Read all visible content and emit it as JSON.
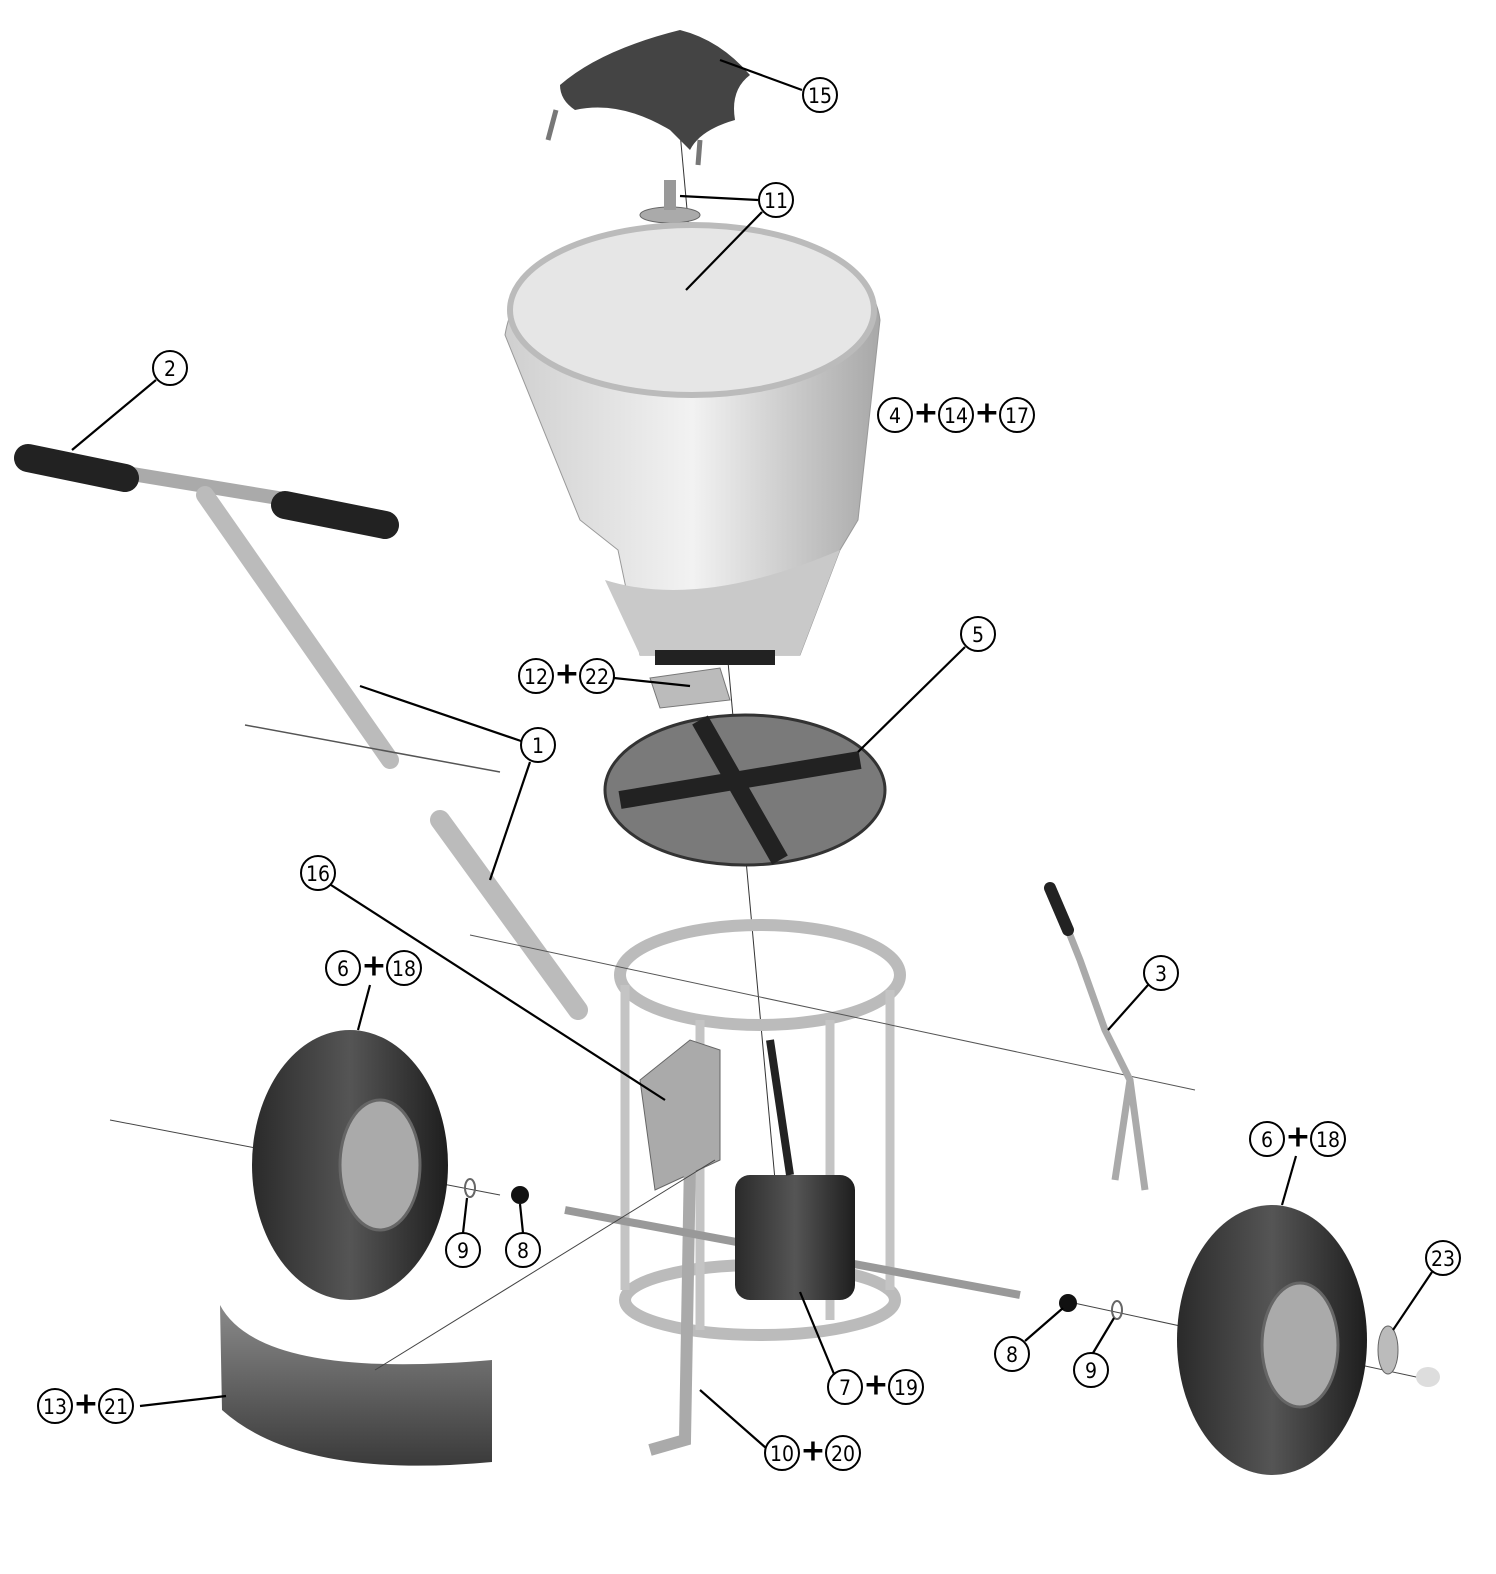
{
  "title": "Spreader exploded parts diagram",
  "callouts": [
    {
      "part": "top-shield",
      "numbers": [
        "15"
      ]
    },
    {
      "part": "agitator-and-washer",
      "numbers": [
        "11"
      ]
    },
    {
      "part": "handle-bar",
      "numbers": [
        "2"
      ]
    },
    {
      "part": "hopper",
      "numbers": [
        "4",
        "14",
        "17"
      ]
    },
    {
      "part": "spinner-plate",
      "numbers": [
        "5"
      ]
    },
    {
      "part": "flow-gate",
      "numbers": [
        "12",
        "22"
      ]
    },
    {
      "part": "handle-tubes",
      "numbers": [
        "1"
      ]
    },
    {
      "part": "frame-bracket",
      "numbers": [
        "16"
      ]
    },
    {
      "part": "control-lever",
      "numbers": [
        "3"
      ]
    },
    {
      "part": "left-wheel",
      "numbers": [
        "6",
        "18"
      ]
    },
    {
      "part": "right-wheel",
      "numbers": [
        "6",
        "18"
      ]
    },
    {
      "part": "hitch-pin",
      "numbers": [
        "23"
      ]
    },
    {
      "part": "left-washer",
      "numbers": [
        "9"
      ]
    },
    {
      "part": "left-bearing",
      "numbers": [
        "8"
      ]
    },
    {
      "part": "right-bearing",
      "numbers": [
        "8"
      ]
    },
    {
      "part": "right-washer",
      "numbers": [
        "9"
      ]
    },
    {
      "part": "gearbox",
      "numbers": [
        "7",
        "19"
      ]
    },
    {
      "part": "deflector-guard",
      "numbers": [
        "13",
        "21"
      ]
    },
    {
      "part": "kickstand",
      "numbers": [
        "10",
        "20"
      ]
    }
  ],
  "plus_sign": "+"
}
